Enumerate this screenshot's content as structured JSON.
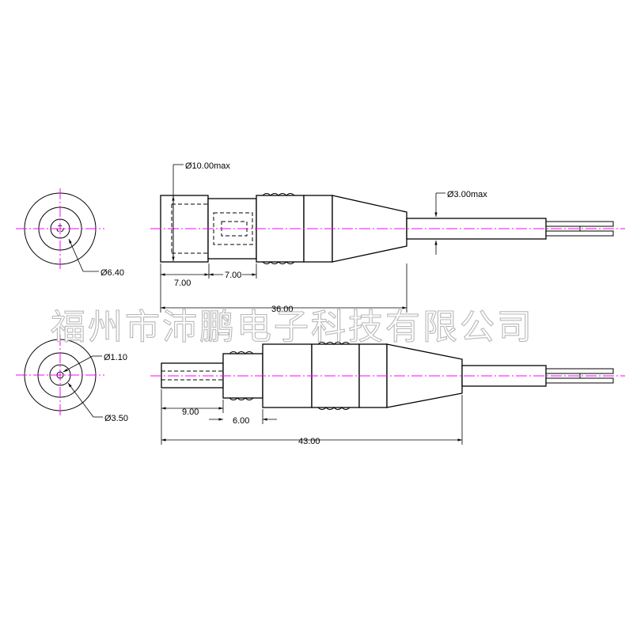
{
  "colors": {
    "line": "#000000",
    "centerline": "#ff00ff",
    "watermark_outline": "#b8b8b8"
  },
  "watermark": "福州市沛鹏电子科技有限公司",
  "top_view": {
    "diameter_max": "Ø10.00max",
    "cable_diameter_max": "Ø3.00max",
    "end_diameter": "Ø6.40",
    "dim_1": "7.00",
    "dim_2": "7.00",
    "overall_length": "36.00"
  },
  "bottom_view": {
    "pin_diameter": "Ø1.10",
    "outer_diameter": "Ø3.50",
    "dim_1": "9.00",
    "dim_2": "6.00",
    "overall_length": "43.00"
  }
}
